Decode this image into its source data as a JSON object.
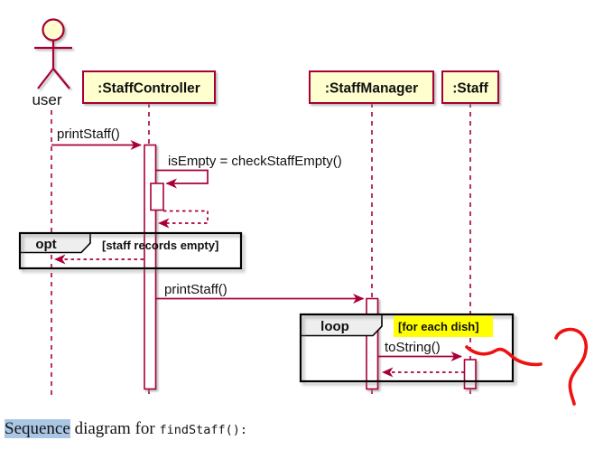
{
  "colors": {
    "lifeline_border": "#A80036",
    "participant_fill": "#FEFECE",
    "fragment_border": "#000000",
    "fragment_label_fill": "#EEEEEE",
    "activation_fill": "#FFFFFF",
    "guard_highlight": "#FFFF00",
    "caption_highlight": "#A9C6E4",
    "annotation_red": "#EE1111"
  },
  "actor": {
    "label": "user"
  },
  "participants": [
    {
      "label": ":StaffController"
    },
    {
      "label": ":StaffManager"
    },
    {
      "label": ":Staff"
    }
  ],
  "messages": {
    "print_staff_1": "printStaff()",
    "is_empty": "isEmpty = checkStaffEmpty()",
    "print_staff_2": "printStaff()",
    "to_string": "toString()"
  },
  "fragments": {
    "opt": {
      "label": "opt",
      "guard": "[staff records empty]"
    },
    "loop": {
      "label": "loop",
      "guard": "[for each dish]"
    }
  },
  "caption": {
    "highlighted": "Sequence",
    "middle": " diagram for ",
    "code": "findStaff():"
  }
}
